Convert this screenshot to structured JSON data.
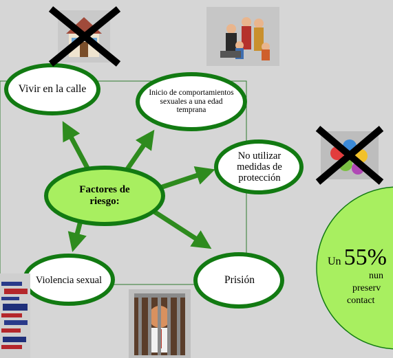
{
  "center": {
    "label": "Factores de riesgo:"
  },
  "nodes": {
    "calle": "Vivir en la calle",
    "inicio": "Inicio de comportamientos sexuales a una edad temprana",
    "medidas": "No utilizar medidas de protección",
    "violencia": "Violencia sexual",
    "prision": "Prisión"
  },
  "callout": {
    "prefix": "Un",
    "number": "55%",
    "line2": "nun",
    "line3": "preserv",
    "line4": "contact"
  },
  "images": [
    "house-crossed-icon",
    "family-group-icon",
    "condoms-crossed-icon",
    "word-cloud-hand-icon",
    "prisoner-behind-bars-icon"
  ],
  "colors": {
    "center_fill": "#a8ef60",
    "node_border": "#127a12",
    "arrow": "#2e8b1e",
    "callout_fill": "#a8ef60",
    "background": "#d6d6d6",
    "cross": "#000000"
  }
}
